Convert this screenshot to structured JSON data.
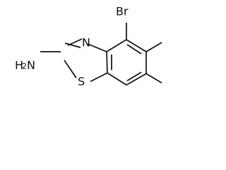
{
  "molecule": {
    "atoms": {
      "bromine": "Br",
      "nitrogen": "N",
      "sulfur": "S",
      "amine_h": "H",
      "amine_sub": "2",
      "amine_n": "N"
    }
  }
}
